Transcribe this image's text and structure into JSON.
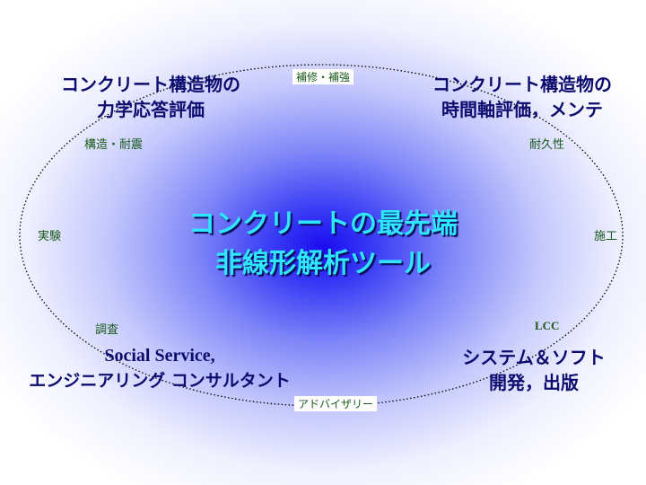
{
  "center": {
    "line1": "コンクリートの最先端",
    "line2": "非線形解析ツール"
  },
  "corners": {
    "top_left": {
      "line1": "コンクリート構造物の",
      "line2": "力学応答評価"
    },
    "top_right": {
      "line1": "コンクリート構造物の",
      "line2": "時間軸評価，メンテ"
    },
    "bottom_left": {
      "line1": "Social Service,",
      "line2": "エンジニアリング コンサルタント"
    },
    "bottom_right": {
      "line1": "システム＆ソフト",
      "line2": "開発，出版"
    }
  },
  "ring_labels": {
    "top": "補修・補強",
    "upper_left": "構造・耐震",
    "upper_right": "耐久性",
    "left": "実験",
    "right": "施工",
    "lower_left": "調査",
    "lower_right": "LCC",
    "bottom": "アドバイザリー"
  },
  "colors": {
    "center_text": "#2ee6ff",
    "corner_text": "#0c0c6e",
    "ring_label": "#1a5a1a",
    "gradient_core": "#1a0cf0"
  }
}
